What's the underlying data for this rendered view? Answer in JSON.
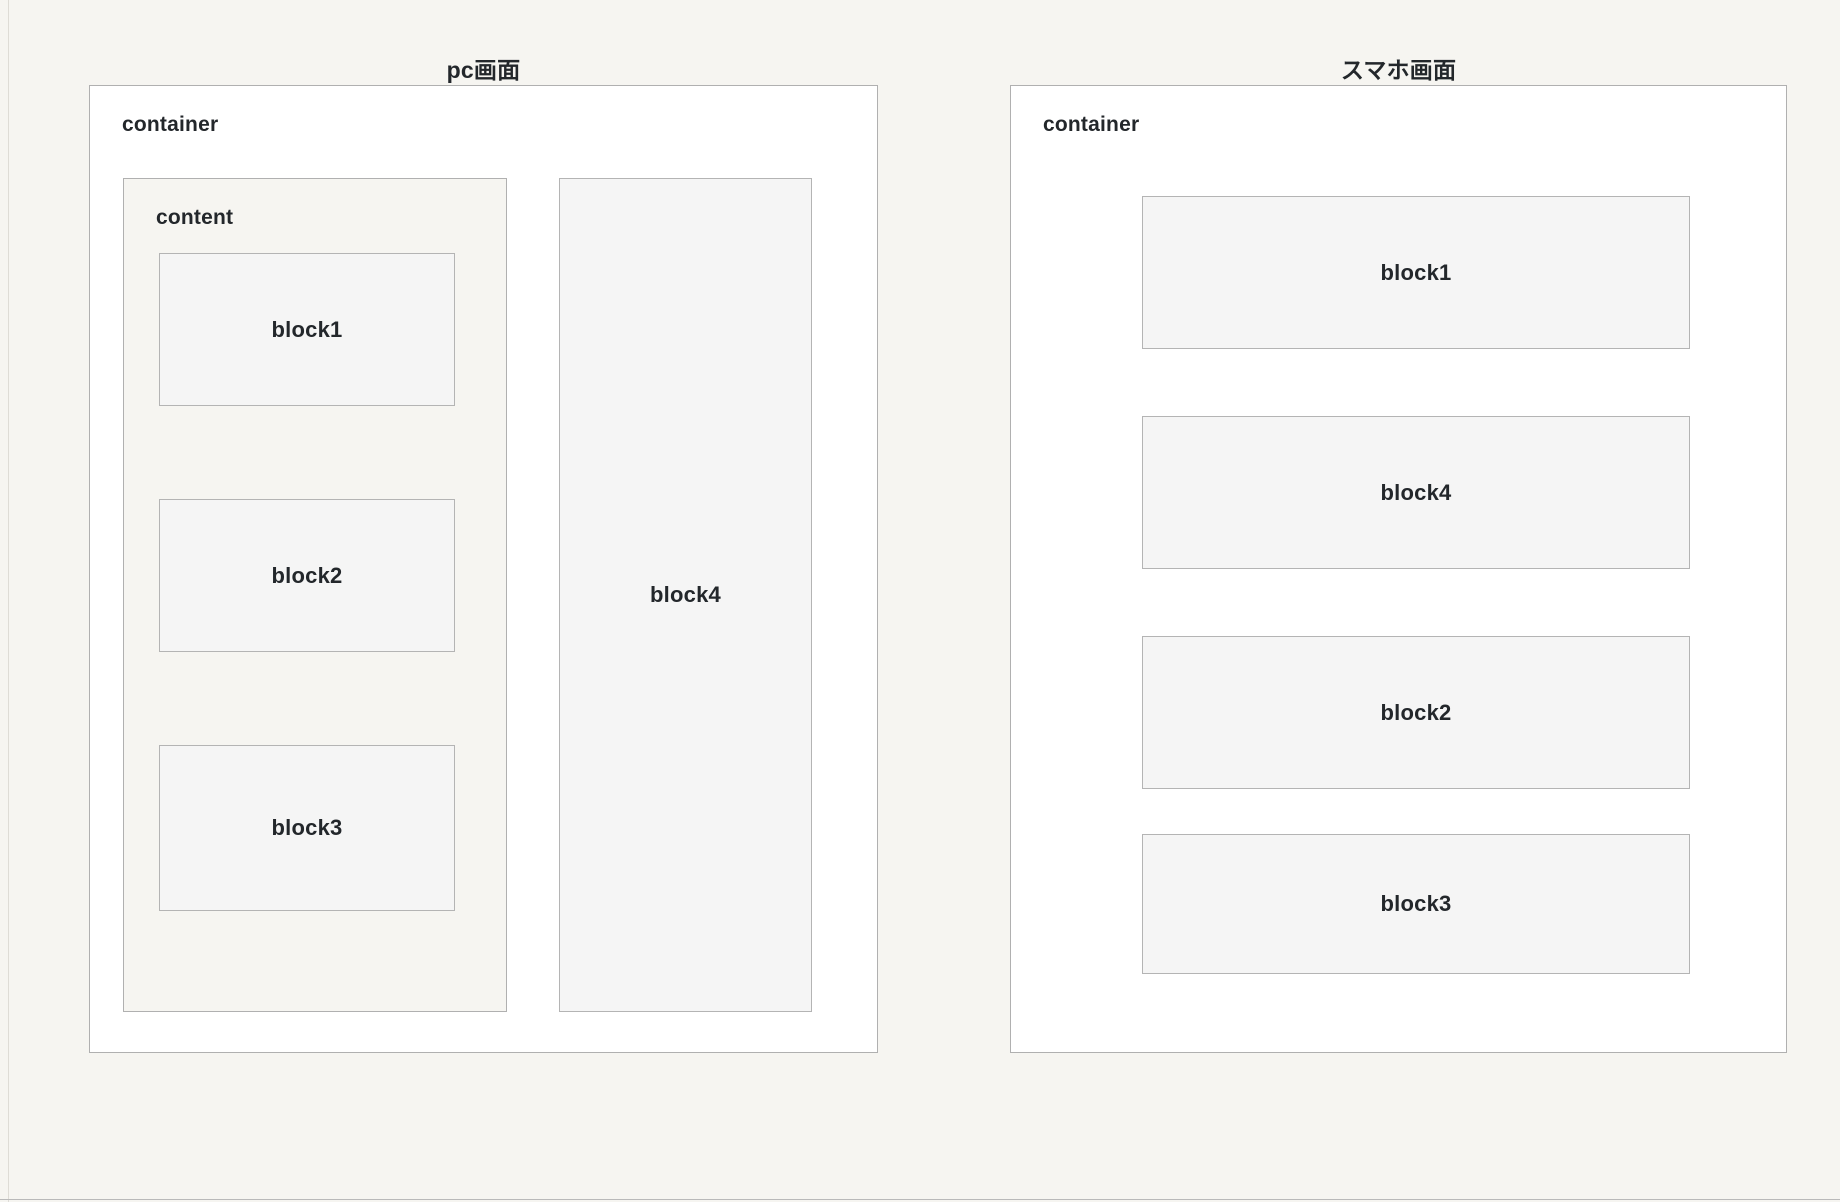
{
  "page": {
    "background_color": "#f6f5f1",
    "frame_border_color": "#b9b9b9"
  },
  "panels": [
    {
      "id": "pc",
      "title": "pc画面",
      "container_label": "container",
      "content_label": "content",
      "colors": {
        "panel_background": "#ffffff",
        "panel_border": "#b0b0b0",
        "content_background": "#f6f5f1",
        "block_background": "#f5f5f5",
        "block_border": "#b4b4b4",
        "text": "#23272b"
      },
      "content_blocks": [
        {
          "label": "block1"
        },
        {
          "label": "block2"
        },
        {
          "label": "block3"
        }
      ],
      "side_blocks": [
        {
          "label": "block4"
        }
      ]
    },
    {
      "id": "sp",
      "title": "スマホ画面",
      "container_label": "container",
      "colors": {
        "panel_background": "#ffffff",
        "panel_border": "#b0b0b0",
        "block_background": "#f5f5f5",
        "block_border": "#b4b4b4",
        "text": "#23272b"
      },
      "blocks": [
        {
          "label": "block1"
        },
        {
          "label": "block4"
        },
        {
          "label": "block2"
        },
        {
          "label": "block3"
        }
      ]
    }
  ]
}
